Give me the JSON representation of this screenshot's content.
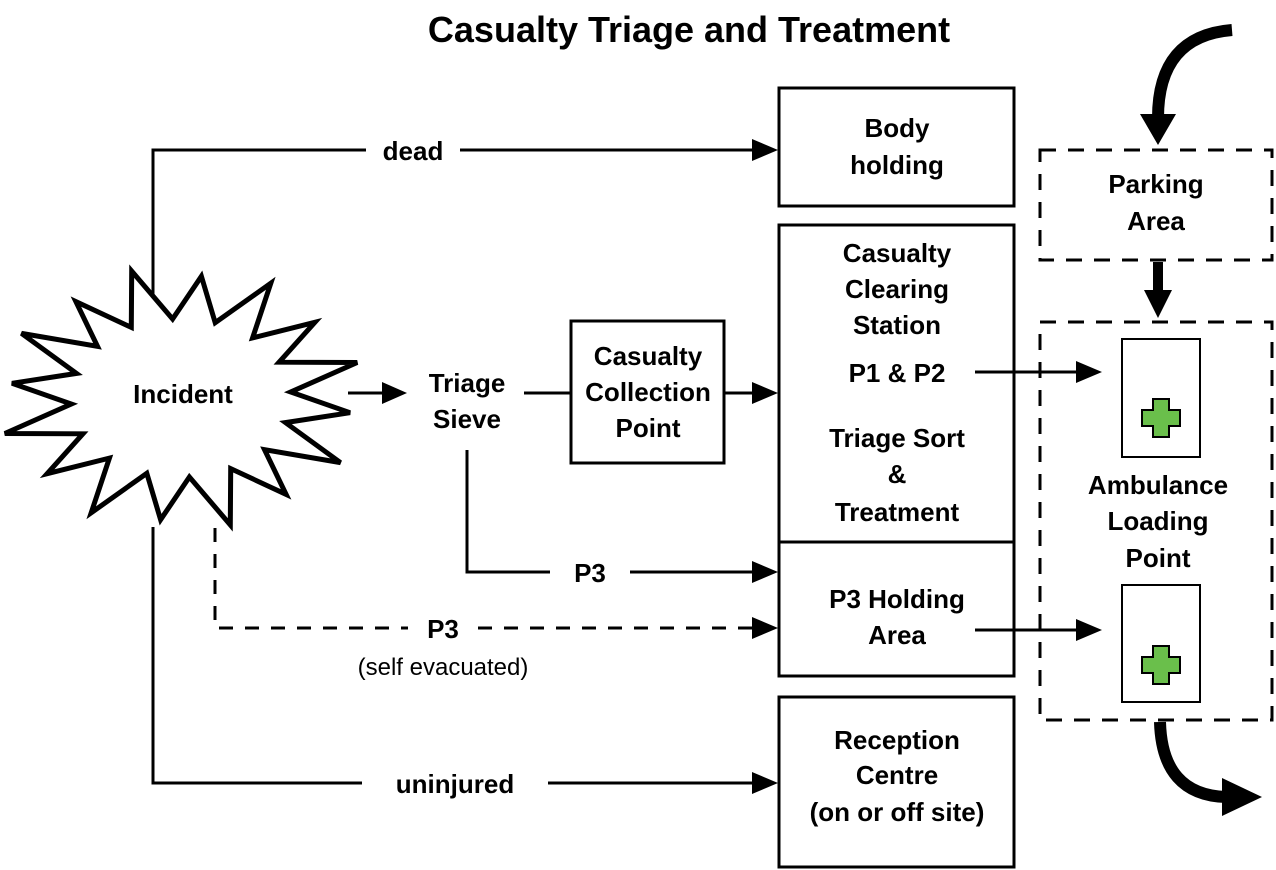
{
  "title": "Casualty Triage and Treatment",
  "nodes": {
    "incident": "Incident",
    "triage_sieve": [
      "Triage",
      "Sieve"
    ],
    "collection_point": [
      "Casualty",
      "Collection",
      "Point"
    ],
    "body_holding": [
      "Body",
      "holding"
    ],
    "clearing_station": [
      "Casualty",
      "Clearing",
      "Station"
    ],
    "p1p2": "P1 & P2",
    "triage_sort": [
      "Triage Sort",
      "&",
      "Treatment"
    ],
    "p3_holding": [
      "P3 Holding",
      "Area"
    ],
    "reception": [
      "Reception",
      "Centre",
      "(on or off site)"
    ],
    "parking": [
      "Parking",
      "Area"
    ],
    "ambulance": [
      "Ambulance",
      "Loading",
      "Point"
    ]
  },
  "edge_labels": {
    "dead": "dead",
    "p3": "P3",
    "p3_self": "P3",
    "self_evacuated": "(self evacuated)",
    "uninjured": "uninjured"
  },
  "colors": {
    "line": "#000000",
    "cross_fill": "#6abf4b",
    "cross_stroke": "#000000"
  },
  "icons": [
    "plus-cross-icon",
    "plus-cross-icon"
  ]
}
